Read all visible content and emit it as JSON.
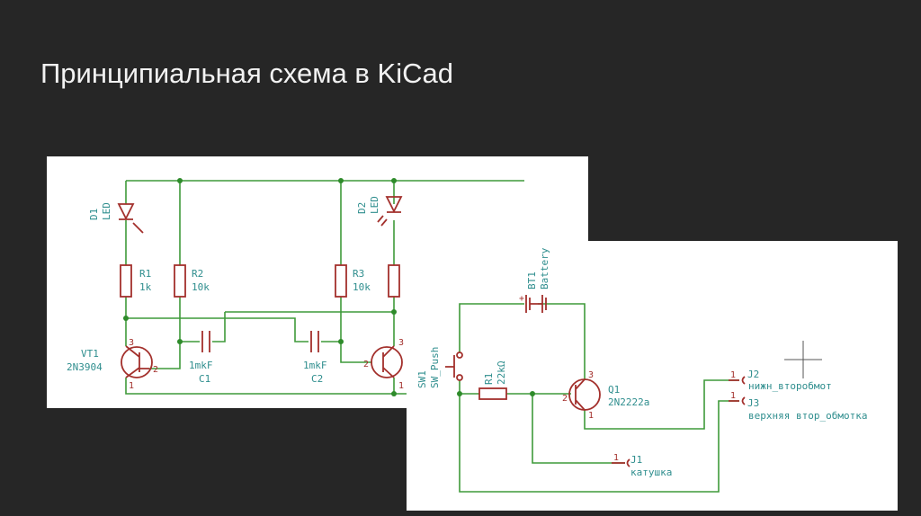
{
  "slide": {
    "title": "Принципиальная схема в KiCad"
  },
  "schematic_1": {
    "D1": {
      "ref": "D1",
      "value": "LED"
    },
    "D2": {
      "ref": "D2",
      "value": "LED"
    },
    "R1": {
      "ref": "R1",
      "value": "1k"
    },
    "R2": {
      "ref": "R2",
      "value": "10k"
    },
    "R3": {
      "ref": "R3",
      "value": "10k"
    },
    "VT1": {
      "ref": "VT1",
      "value": "2N3904"
    },
    "C1": {
      "ref": "C1",
      "value": "1mkF"
    },
    "C2": {
      "ref": "C2",
      "value": "1mkF"
    },
    "pins": {
      "p1": "1",
      "p2": "2",
      "p3": "3"
    }
  },
  "schematic_2": {
    "BT1": {
      "ref": "BT1",
      "value": "Battery",
      "plus": "+"
    },
    "SW1": {
      "ref": "SW1",
      "value": "SW_Push"
    },
    "R1": {
      "ref": "R1",
      "value": "22kΩ"
    },
    "Q1": {
      "ref": "Q1",
      "value": "2N2222a"
    },
    "J1": {
      "ref": "J1",
      "value": "катушка",
      "pin": "1"
    },
    "J2": {
      "ref": "J2",
      "value": "нижн_второбмот",
      "pin": "1"
    },
    "J3": {
      "ref": "J3",
      "value": "верхняя втор_обмотка",
      "pin": "1"
    },
    "pins": {
      "p1": "1",
      "p2": "2",
      "p3": "3"
    }
  },
  "colors": {
    "background": "#262626",
    "wire": "#3f9a3a",
    "component": "#a3302c",
    "label": "#2f8e8e"
  }
}
